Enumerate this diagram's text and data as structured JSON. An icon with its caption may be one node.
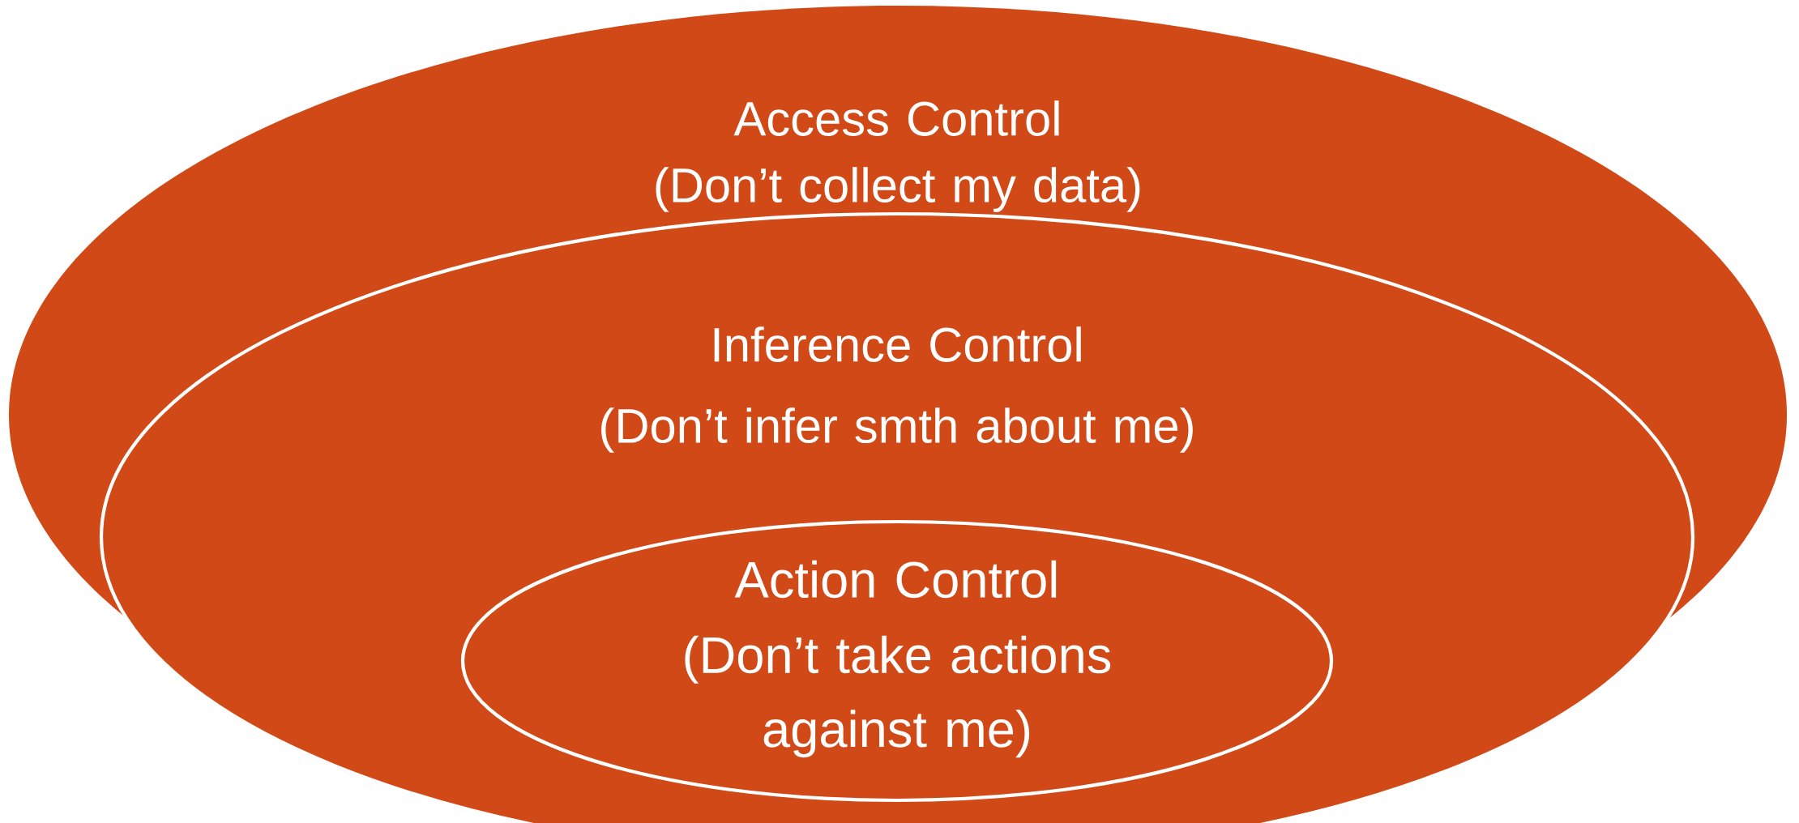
{
  "diagram": {
    "nodes": [
      {
        "text": [
          "Access Control",
          "(Don’t collect my data)"
        ]
      },
      {
        "text": [
          "Inference Control",
          "(Don’t infer smth about me)"
        ]
      },
      {
        "text": [
          "Action Control",
          "(Don’t take actions against me)"
        ],
        "in": 1
      }
    ]
  }
}
